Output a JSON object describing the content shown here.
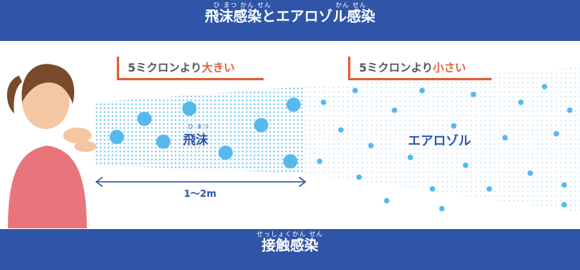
{
  "top_banner": {
    "ruby": "ひ まつ かん せん　　　　　　　　　かん せん",
    "title": "飛沫感染とエアロゾル感染"
  },
  "callout_left": {
    "prefix": "5ミクロンより",
    "accent": "大きい"
  },
  "callout_right": {
    "prefix": "5ミクロンより",
    "accent": "小さい"
  },
  "droplet_label": {
    "ruby": "ひ まつ",
    "text": "飛沫"
  },
  "aerosol_label": {
    "text": "エアロゾル"
  },
  "distance_label": {
    "text": "1〜2m"
  },
  "bottom_banner": {
    "ruby": "せっしょくかん せん",
    "title": "接触感染"
  },
  "colors": {
    "banner": "#2f55a8",
    "accent": "#e1623b",
    "droplet": "#56b8ee",
    "arrow": "#2f55a8"
  }
}
